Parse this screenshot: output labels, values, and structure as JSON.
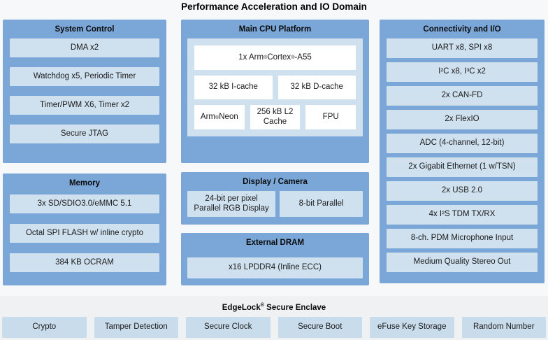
{
  "title": "Performance Acceleration and IO Domain",
  "colors": {
    "panel_blue": "#7aa7d8",
    "light_box": "#cfe0ef",
    "white_box": "#ffffff",
    "enclave_band_bg": "#eff1f2",
    "enclave_box": "#c9dcec"
  },
  "panels": {
    "system_control": {
      "title": "System Control",
      "items": [
        "DMA x2",
        "Watchdog x5, Periodic Timer",
        "Timer/PWM X6, Timer x2",
        "Secure JTAG"
      ]
    },
    "memory": {
      "title": "Memory",
      "items": [
        "3x SD/SDIO3.0/eMMC 5.1",
        "Octal SPI FLASH w/ inline crypto",
        "384 KB OCRAM"
      ]
    },
    "main_cpu": {
      "title": "Main CPU Platform",
      "core": "1x Arm® Cortex®-A55",
      "caches": [
        "32 kB I-cache",
        "32 kB D-cache"
      ],
      "units": [
        "Arm® Neon",
        "256 kB L2 Cache",
        "FPU"
      ]
    },
    "display_camera": {
      "title": "Display / Camera",
      "items": [
        "24-bit per pixel Parallel RGB Display",
        "8-bit Parallel"
      ]
    },
    "external_dram": {
      "title": "External DRAM",
      "items": [
        "x16 LPDDR4 (Inline ECC)"
      ]
    },
    "connectivity": {
      "title": "Connectivity and I/O",
      "items": [
        "UART x8, SPI x8",
        "I²C x8, I³C x2",
        "2x CAN-FD",
        "2x FlexIO",
        "ADC (4-channel, 12-bit)",
        "2x Gigabit Ethernet (1 w/TSN)",
        "2x USB 2.0",
        "4x I²S TDM TX/RX",
        "8-ch. PDM Microphone Input",
        "Medium Quality Stereo Out"
      ]
    },
    "secure_enclave": {
      "title": "EdgeLock® Secure Enclave",
      "items": [
        "Crypto",
        "Tamper Detection",
        "Secure Clock",
        "Secure Boot",
        "eFuse Key Storage",
        "Random Number"
      ]
    }
  }
}
